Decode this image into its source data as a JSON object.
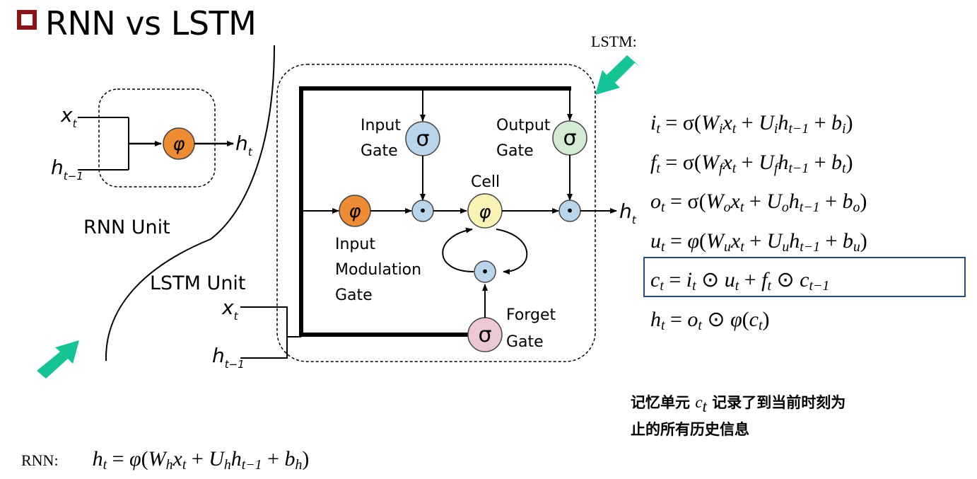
{
  "page": {
    "title": "RNN vs LSTM",
    "lstm_tag": "LSTM:",
    "rnn_label": "RNN:",
    "note_lines": [
      "记忆单元",
      "记录了到当前时刻为",
      "止的所有历史信息"
    ],
    "note_var": "c",
    "note_var_sub": "t"
  },
  "diagram": {
    "rnn_unit_label": "RNN Unit",
    "lstm_unit_label": "LSTM Unit",
    "input_gate": [
      "Input",
      "Gate"
    ],
    "output_gate": [
      "Output",
      "Gate"
    ],
    "cell_label": "Cell",
    "input_modulation_gate": [
      "Input",
      "Modulation",
      "Gate"
    ],
    "forget_gate": [
      "Forget",
      "Gate"
    ],
    "phi_symbol": "φ",
    "sigma_symbol": "σ",
    "dot_symbol": "•",
    "var_x": "x",
    "var_h": "h",
    "sub_t": "t",
    "sub_t1": "t−1"
  },
  "colors": {
    "title_box": "#8b1414",
    "arrow_green": "#14c496",
    "phi_orange": "#ee8c34",
    "sigma_blue": "#b9d5ec",
    "sigma_green": "#d3ebd2",
    "sigma_pink": "#ecc7d6",
    "cell_yellow": "#fbf3b5",
    "eq_box": "#2c4a7a"
  }
}
